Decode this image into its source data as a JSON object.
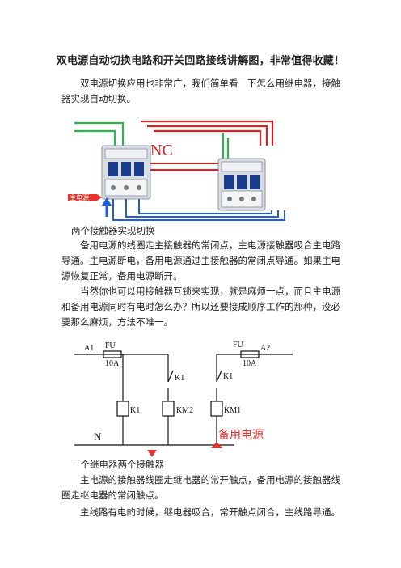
{
  "article": {
    "title": "双电源自动切换电路和开关回路接线讲解图，非常值得收藏！",
    "intro": "双电源切换应用也非常广，我们简单看一下怎么用继电器，接触器实现自动切换。",
    "caption1": "两个接触器实现切换",
    "para2": "备用电源的线圈走主接触器的常闭点，主电源接触器吸合主电路导通。主电源断电，备用电源通过主接触器的常闭点导通。如果主电源恢复正常，备用电源断开。",
    "para3": "当然你也可以用接触器互锁来实现，就是麻烦一点，而且主电源和备用电源同时有电时怎么办？所以还要接成顺序工作的那种，没必要那么麻烦，方法不唯一。",
    "caption2": "一个继电器两个接触器",
    "para4": "主电源的接触器线圈走继电器的常开触点，备用电源的接触器线圈走继电器的常闭触点。",
    "para5": "主线路有电的时候，继电器吸合，常开触点闭合，主线路导通。"
  },
  "photo": {
    "nc_label": "NC",
    "main_power_label": "主电源"
  },
  "circuit": {
    "a1": "A1",
    "a2": "A2",
    "fu_left": "FU",
    "fu_right": "FU",
    "rating_left": "10A",
    "rating_right": "10A",
    "k1_contact_left": "K1",
    "k1_contact_right": "K1",
    "coil_k1": "K1",
    "coil_km2": "KM2",
    "coil_km1": "KM1",
    "neutral": "N",
    "backup_label": "备用电源"
  },
  "colors": {
    "red": "#e02020",
    "green": "#2fb34a",
    "blue": "#1f5fd6",
    "label_red": "#e8332a",
    "circuit_line": "#111111"
  }
}
